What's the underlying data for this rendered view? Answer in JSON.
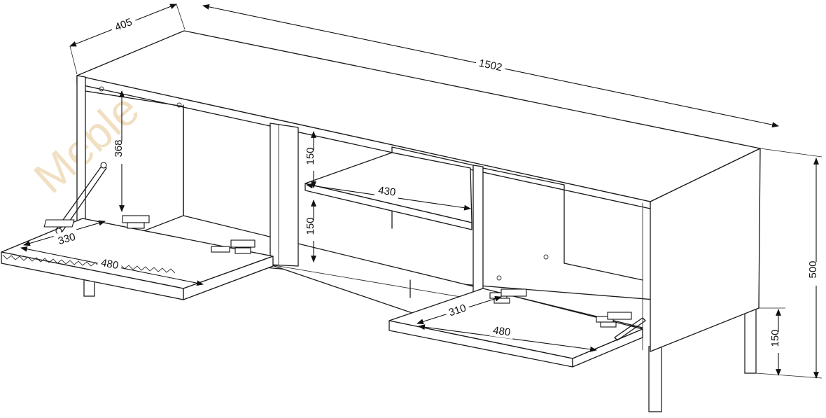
{
  "watermark": {
    "text": "Meble"
  },
  "dimensions": {
    "depth": "405",
    "width": "1502",
    "height": "500",
    "leg_height": "150",
    "left_compartment_height": "368",
    "left_door_depth": "330",
    "left_door_width": "480",
    "shelf_upper_height": "150",
    "shelf_width": "430",
    "shelf_lower_height": "150",
    "right_door_depth": "310",
    "right_door_width": "480"
  }
}
